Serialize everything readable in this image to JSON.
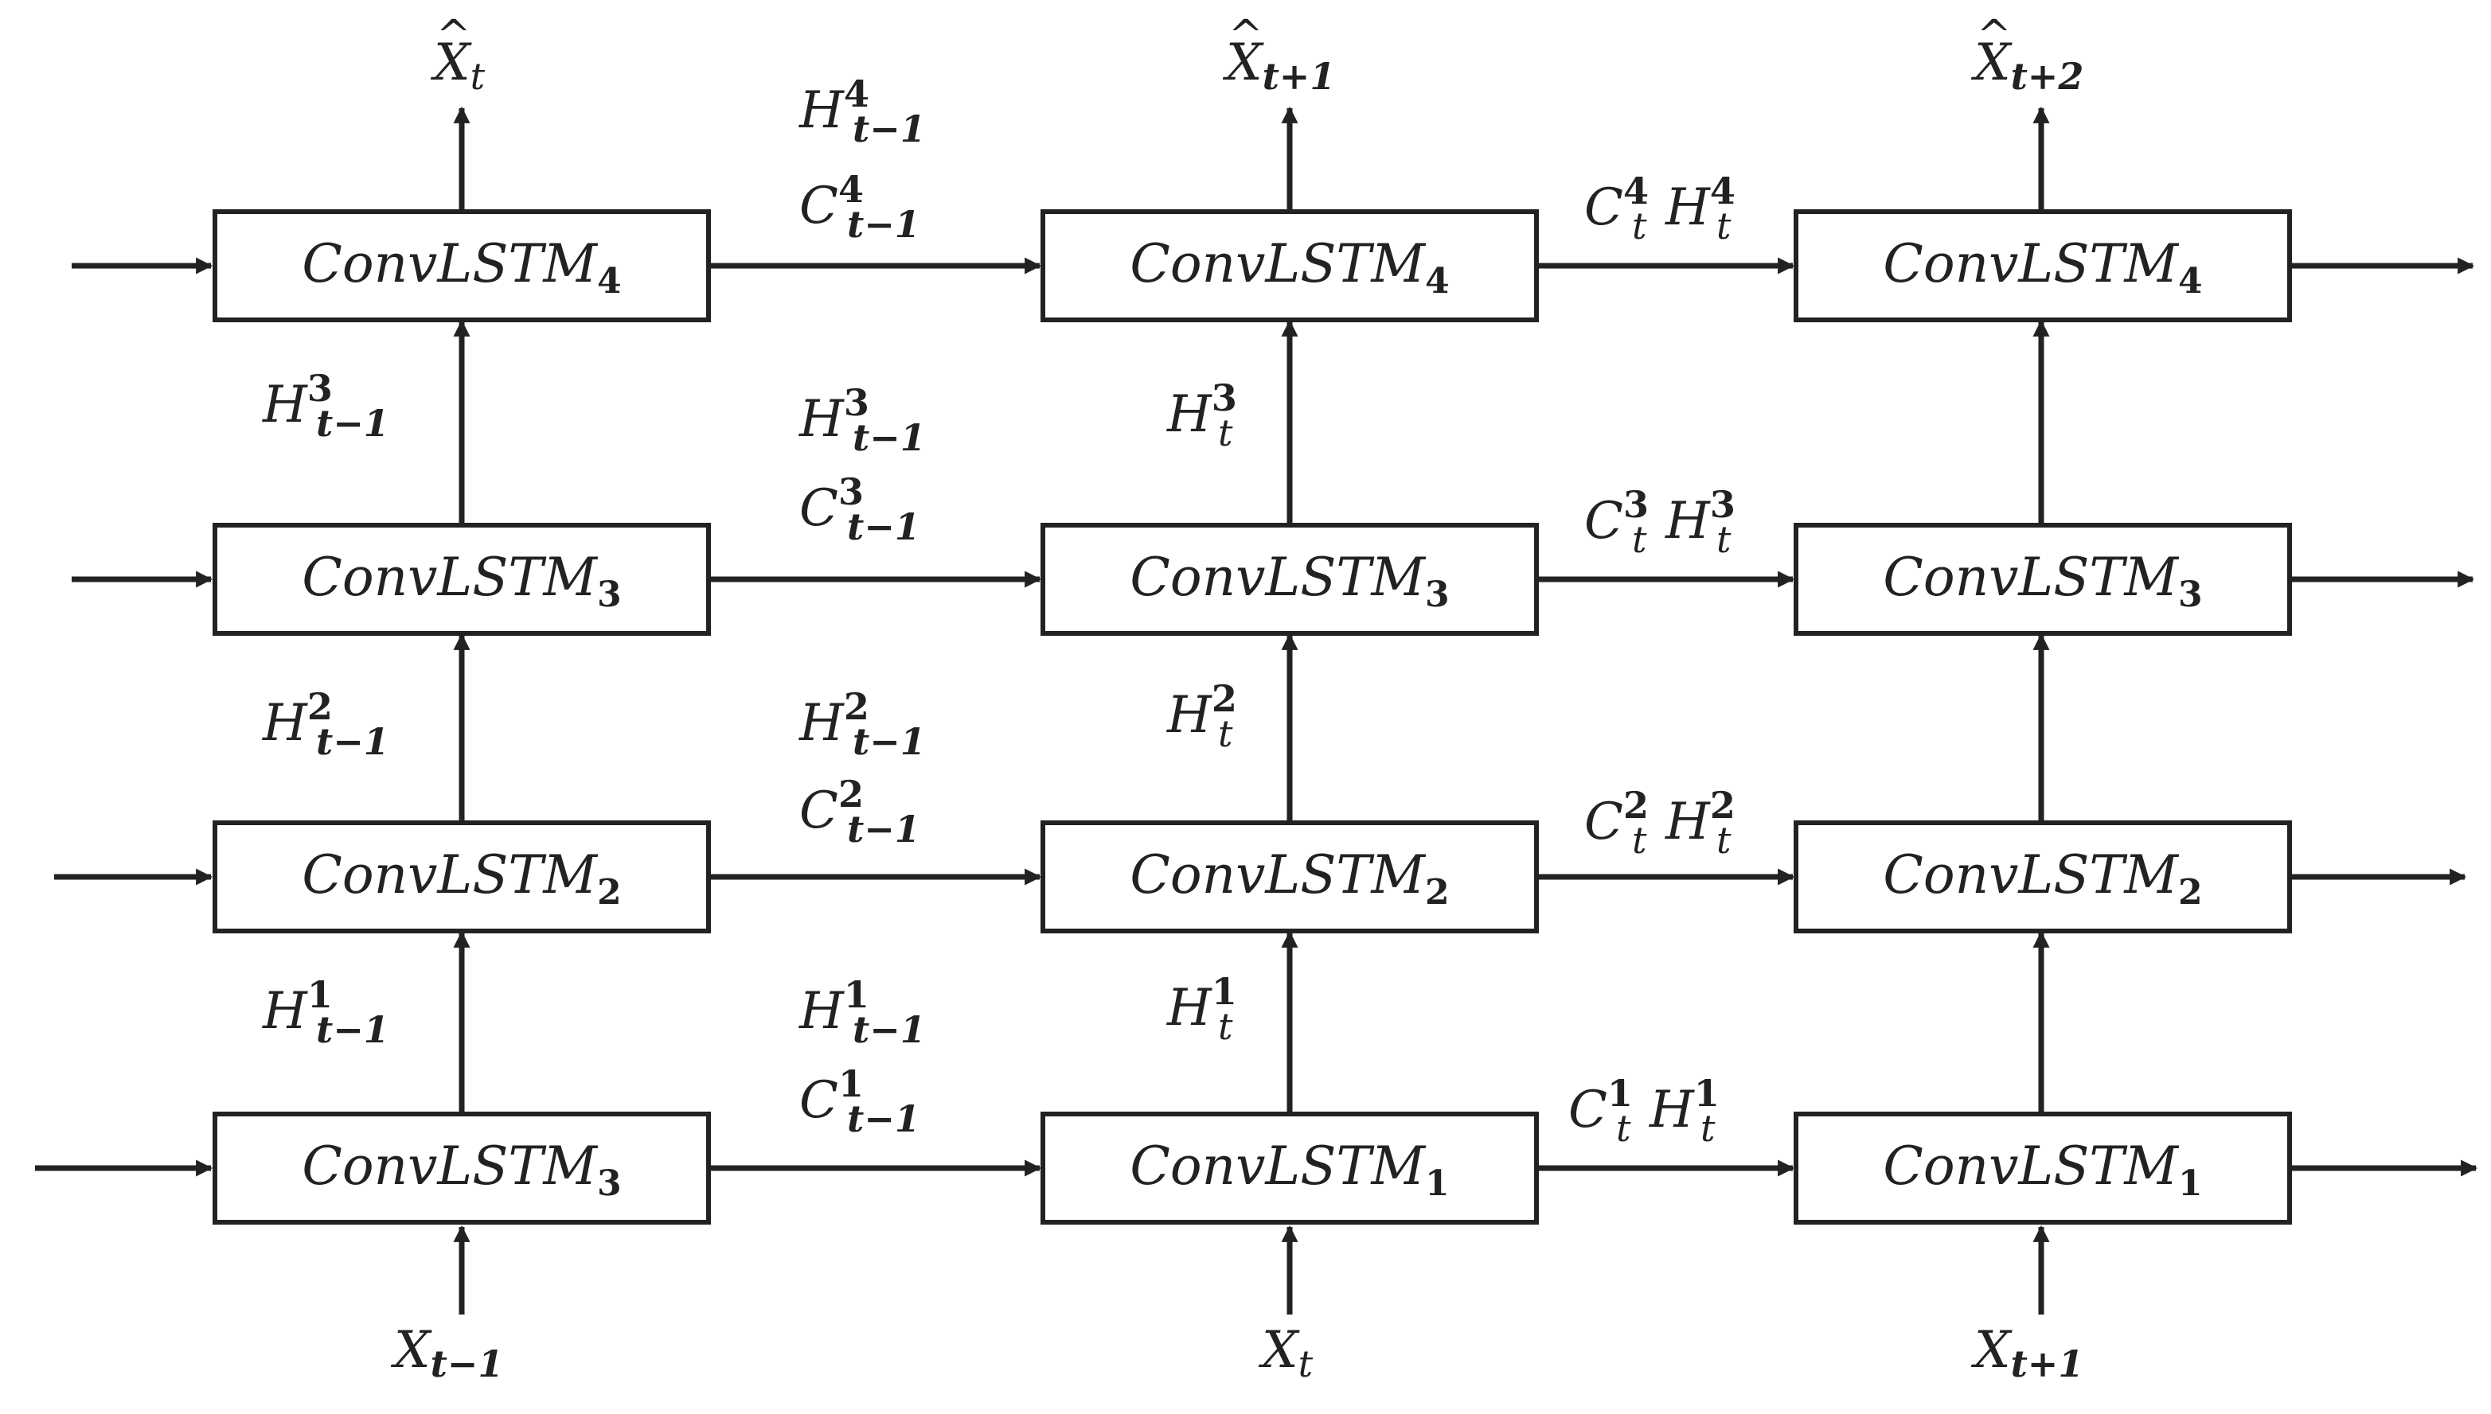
{
  "cells": [
    {
      "name": "ConvLSTM",
      "sub": "4"
    },
    {
      "name": "ConvLSTM",
      "sub": "3"
    },
    {
      "name": "ConvLSTM",
      "sub": "2"
    },
    {
      "name": "ConvLSTM",
      "sub": "3"
    },
    {
      "name": "ConvLSTM",
      "sub": "4"
    },
    {
      "name": "ConvLSTM",
      "sub": "3"
    },
    {
      "name": "ConvLSTM",
      "sub": "2"
    },
    {
      "name": "ConvLSTM",
      "sub": "1"
    },
    {
      "name": "ConvLSTM",
      "sub": "4"
    },
    {
      "name": "ConvLSTM",
      "sub": "3"
    },
    {
      "name": "ConvLSTM",
      "sub": "2"
    },
    {
      "name": "ConvLSTM",
      "sub": "1"
    }
  ],
  "inputs": [
    {
      "base": "X",
      "sub": "t−1"
    },
    {
      "base": "X",
      "sub": "t"
    },
    {
      "base": "X",
      "sub": "t+1"
    }
  ],
  "outputs": [
    {
      "hat": "^",
      "base": "X",
      "sub": "t"
    },
    {
      "hat": "^",
      "base": "X",
      "sub": "t+1"
    },
    {
      "hat": "^",
      "base": "X",
      "sub": "t+2"
    }
  ],
  "vertical_labels": [
    {
      "base": "H",
      "sup": "3",
      "sub": "t−1"
    },
    {
      "base": "H",
      "sup": "2",
      "sub": "t−1"
    },
    {
      "base": "H",
      "sup": "1",
      "sub": "t−1"
    },
    {
      "base": "H",
      "sup": "3",
      "sub": "t"
    },
    {
      "base": "H",
      "sup": "2",
      "sub": "t"
    },
    {
      "base": "H",
      "sup": "1",
      "sub": "t"
    }
  ],
  "horizontal_labels": [
    {
      "base": "H",
      "sup": "4",
      "sub": "t−1"
    },
    {
      "base": "C",
      "sup": "4",
      "sub": "t−1"
    },
    {
      "base": "H",
      "sup": "3",
      "sub": "t−1"
    },
    {
      "base": "C",
      "sup": "3",
      "sub": "t−1"
    },
    {
      "base": "H",
      "sup": "2",
      "sub": "t−1"
    },
    {
      "base": "C",
      "sup": "2",
      "sub": "t−1"
    },
    {
      "base": "H",
      "sup": "1",
      "sub": "t−1"
    },
    {
      "base": "C",
      "sup": "1",
      "sub": "t−1"
    },
    {
      "base": "C",
      "sup": "4",
      "sub": "t",
      "base2": "H",
      "sup2": "4",
      "sub2": "t"
    },
    {
      "base": "C",
      "sup": "3",
      "sub": "t",
      "base2": "H",
      "sup2": "3",
      "sub2": "t"
    },
    {
      "base": "C",
      "sup": "2",
      "sub": "t",
      "base2": "H",
      "sup2": "2",
      "sub2": "t"
    },
    {
      "base": "C",
      "sup": "1",
      "sub": "t",
      "base2": "H",
      "sup2": "1",
      "sub2": "t"
    }
  ]
}
